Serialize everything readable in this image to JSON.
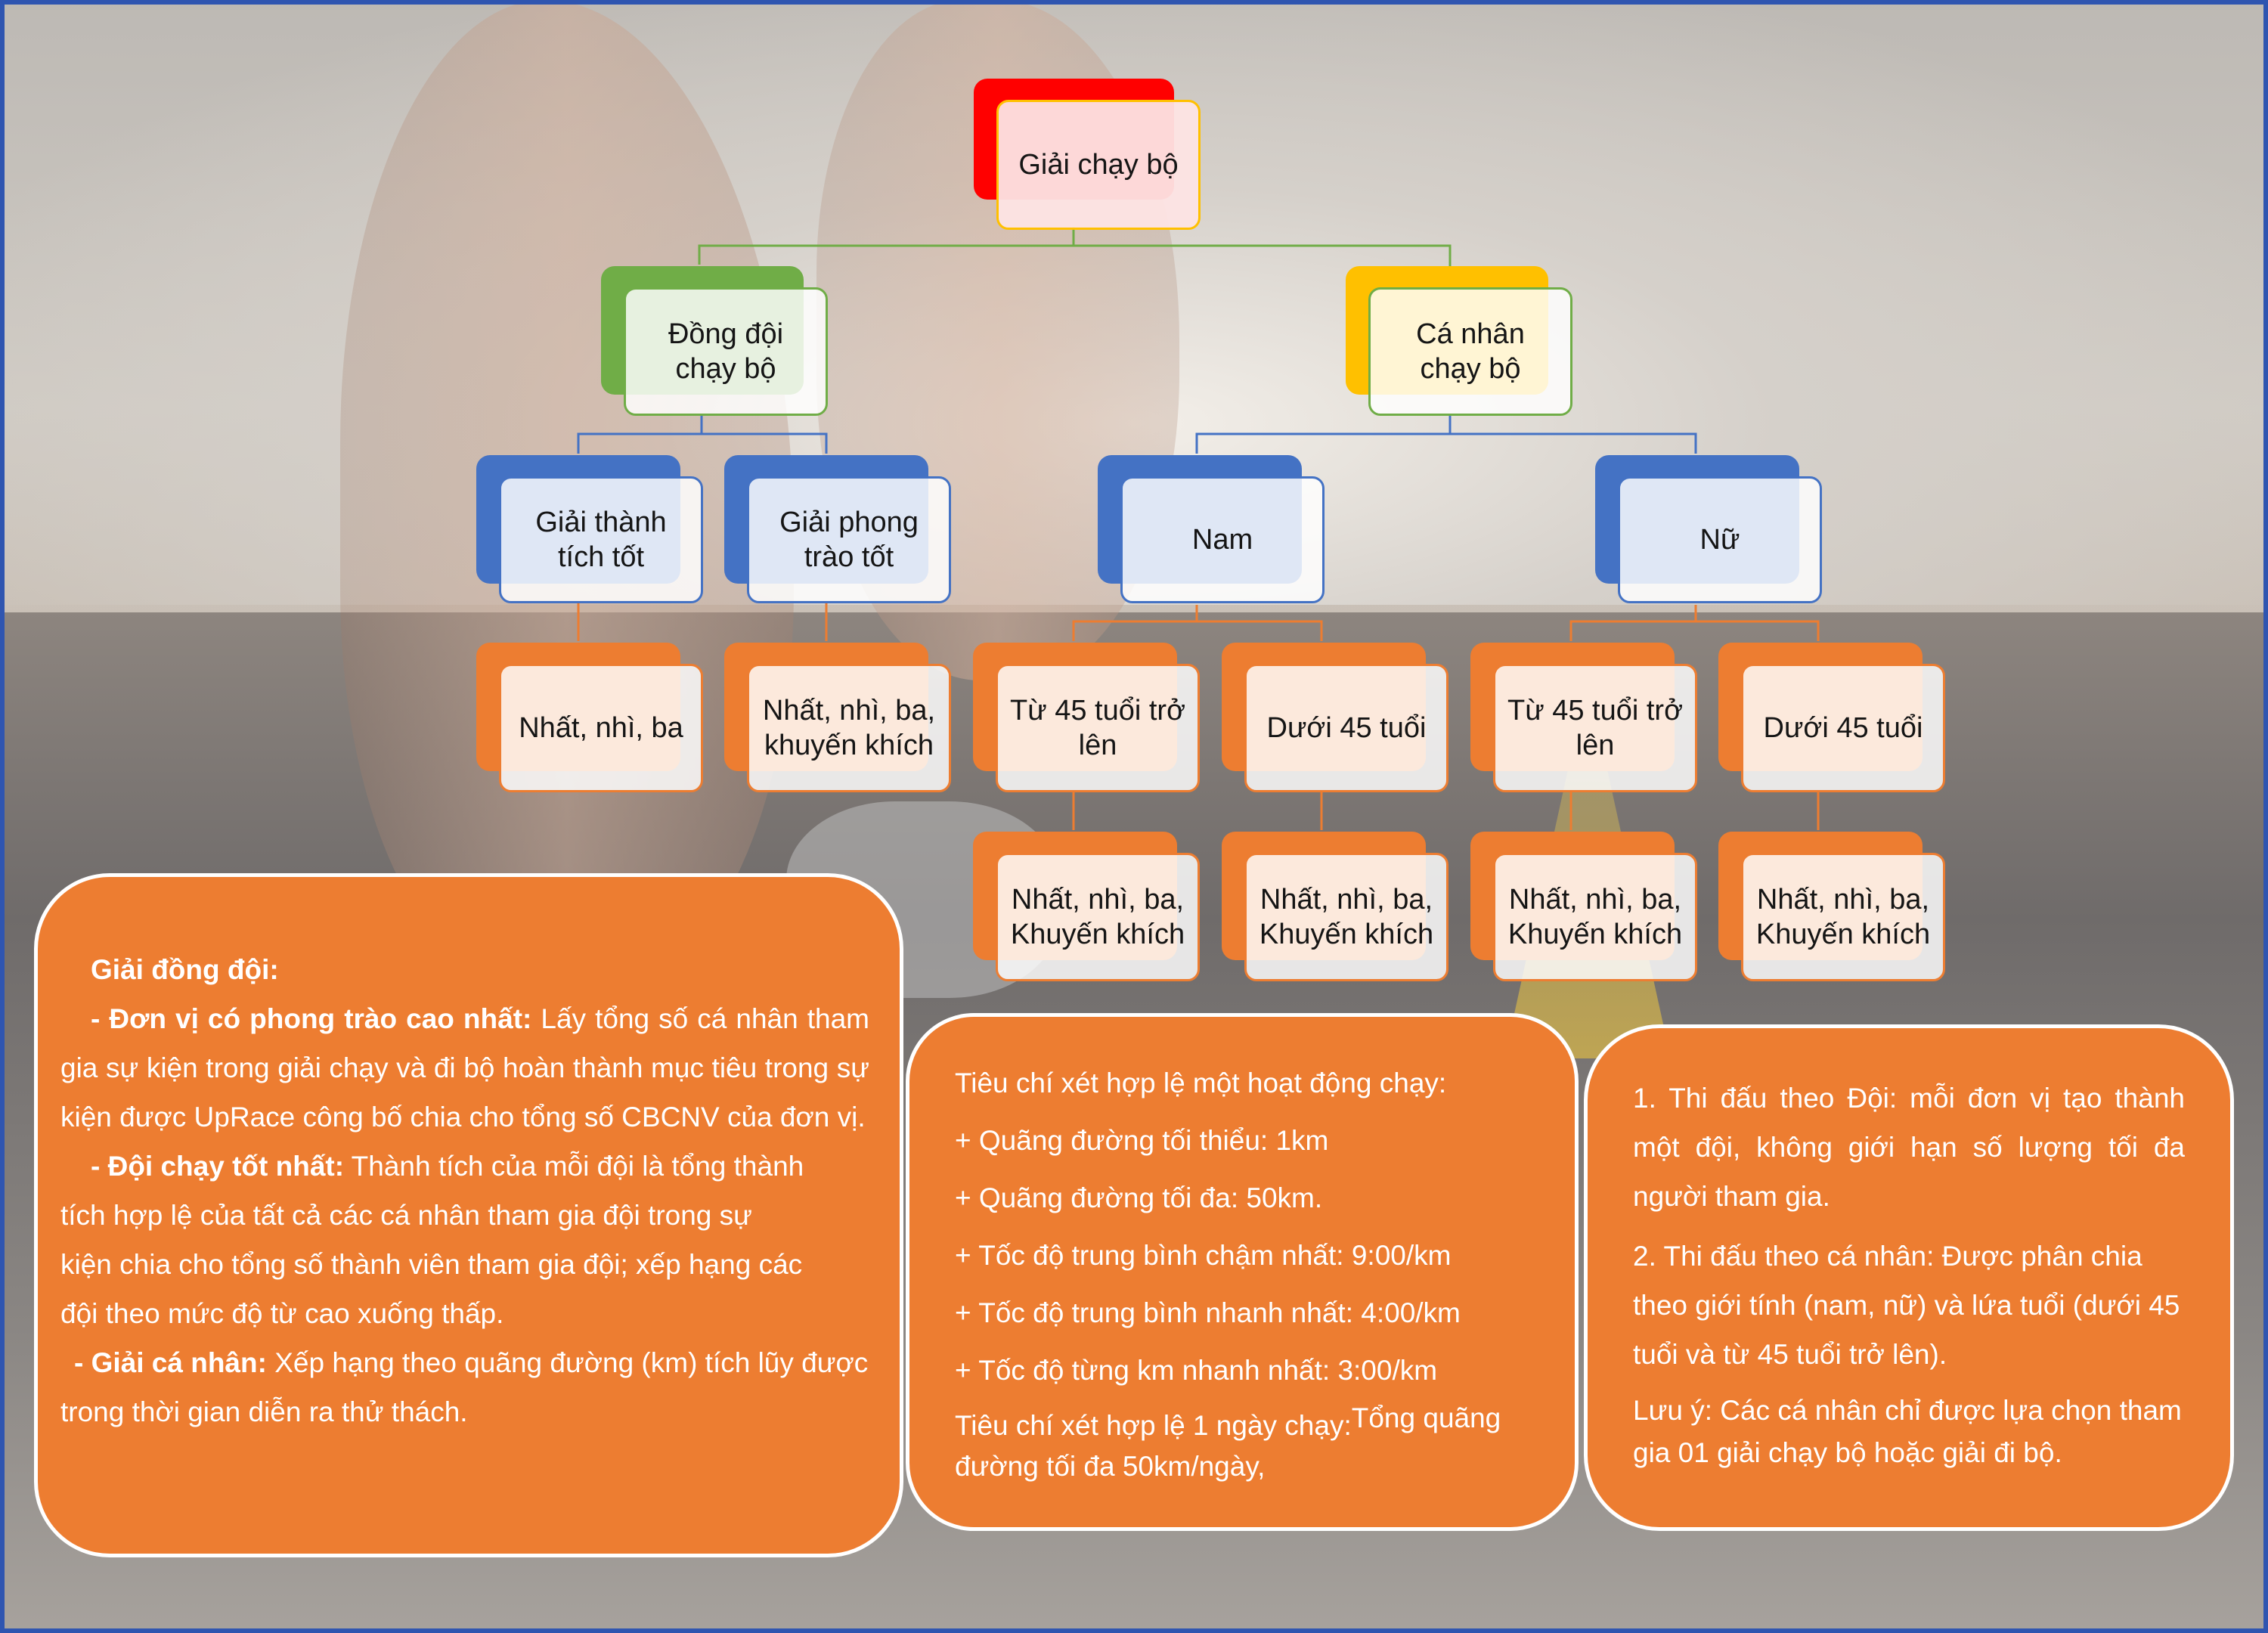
{
  "diagram": {
    "root": "Giải chạy bộ",
    "team": "Đồng  đội\nchạy bộ",
    "individual": "Cá nhân\nchạy bộ",
    "team_children": [
      "Giải thành\ntích tốt",
      "Giải phong\ntrào tốt"
    ],
    "team_prizes": [
      "Nhất, nhì, ba",
      "Nhất, nhì, ba,\nkhuyến khích"
    ],
    "genders": [
      "Nam",
      "Nữ"
    ],
    "age_groups": [
      "Từ 45 tuổi trở\nlên",
      "Dưới 45 tuổi",
      "Từ 45 tuổi trở\nlên",
      "Dưới 45 tuổi"
    ],
    "age_prizes": [
      "Nhất, nhì, ba,\nKhuyến khích",
      "Nhất, nhì, ba,\nKhuyến khích",
      "Nhất, nhì, ba,\nKhuyến khích",
      "Nhất, nhì, ba,\nKhuyến khích"
    ]
  },
  "panel_left": {
    "heading": "Giải đồng đội:",
    "item1_label": "- Đơn vị có phong trào cao nhất:",
    "item1_text": "Lấy tổng số cá nhân tham gia sự kiện trong giải chạy và đi bộ hoàn thành mục tiêu trong sự kiện được UpRace công bố chia cho tổng số CBCNV của đơn vị.",
    "item2_label": "- Đội chạy tốt nhất:",
    "item2_text": "Thành tích của mỗi đội là tổng thành tích hợp lệ của tất cả các cá nhân tham gia đội trong sự kiện chia cho tổng số thành viên tham gia đội; xếp hạng các đội theo mức độ từ cao xuống thấp.",
    "item3_label": "- Giải cá nhân:",
    "item3_text": "Xếp hạng theo quãng đường (km) tích lũy được trong thời gian diễn ra thử thách."
  },
  "panel_middle": {
    "title": "Tiêu chí xét hợp lệ một hoạt động chạy:",
    "lines": [
      "+ Quãng đường tối thiểu: 1km",
      "+ Quãng đường tối đa: 50km.",
      "+ Tốc độ trung bình chậm nhất: 9:00/km",
      "+ Tốc độ trung bình nhanh nhất: 4:00/km",
      "+ Tốc độ từng km nhanh nhất: 3:00/km"
    ],
    "daily_label": "Tiêu chí xét hợp lệ 1 ngày chạy:",
    "daily_text_a": "Tổng quãng",
    "daily_text_b": "đường tối đa 50km/ngày,"
  },
  "panel_right": {
    "para1": "1. Thi đấu theo Đội: mỗi đơn vị tạo thành một đội, không giới hạn số lượng tối đa người tham gia.",
    "para2": "2. Thi đấu theo cá nhân: Được phân chia theo giới tính (nam, nữ) và lứa tuổi (dưới 45 tuổi và từ 45 tuổi trở lên).",
    "note": "Lưu ý: Các cá nhân chỉ được lựa chọn tham gia 01 giải chạy bộ hoặc giải đi bộ."
  },
  "colors": {
    "frame": "#2f55b0",
    "root_back": "#ff0000",
    "root_border": "#ffc000",
    "root_fill": "#fde4e4",
    "green": "#70ad47",
    "gold": "#ffc000",
    "blue": "#4472c4",
    "orange": "#ed7d31",
    "connector_green": "#70ad47",
    "connector_blue": "#4472c4",
    "connector_orange": "#ed7d31"
  }
}
